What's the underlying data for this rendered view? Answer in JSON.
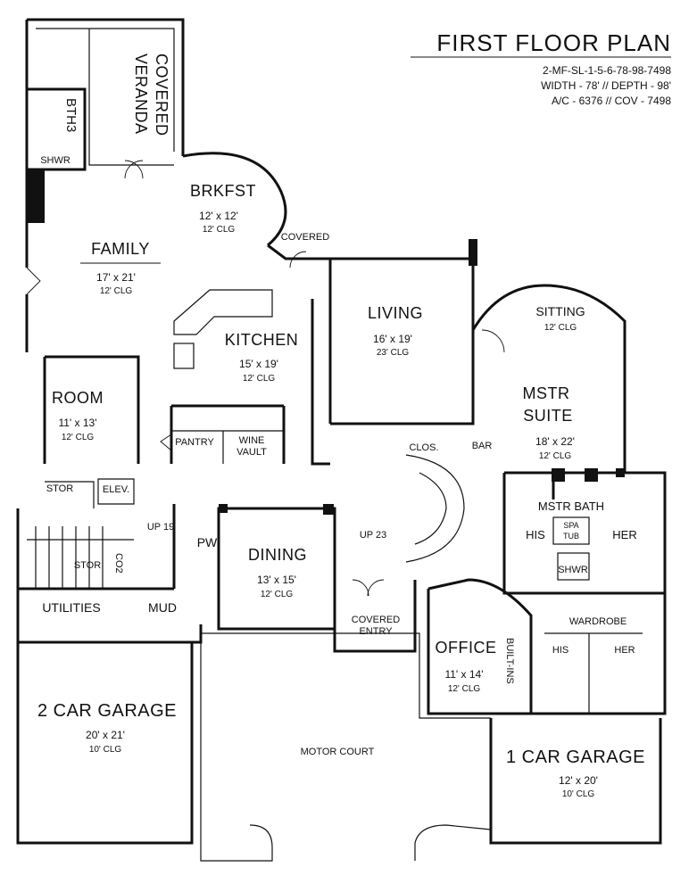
{
  "title": {
    "heading": "FIRST FLOOR PLAN",
    "line1": "2-MF-SL-1-5-6-78-98-7498",
    "line2": "WIDTH - 78' // DEPTH - 98'",
    "line3": "A/C - 6376 // COV - 7498"
  },
  "rooms": {
    "veranda": {
      "line1": "COVERED",
      "line2": "VERANDA"
    },
    "bath3": "BTH3",
    "shwr_left": "SHWR",
    "brkfst": {
      "name": "BRKFST",
      "dim": "12' x 12'",
      "clg": "12' CLG"
    },
    "covered_top": "COVERED",
    "family": {
      "name": "FAMILY",
      "dim": "17' x 21'",
      "clg": "12' CLG"
    },
    "kitchen": {
      "name": "KITCHEN",
      "dim": "15' x 19'",
      "clg": "12' CLG"
    },
    "living": {
      "name": "LIVING",
      "dim": "16' x 19'",
      "clg": "23' CLG"
    },
    "sitting": {
      "name": "SITTING",
      "clg": "12' CLG"
    },
    "mstr_suite": {
      "line1": "MSTR",
      "line2": "SUITE",
      "dim": "18' x 22'",
      "clg": "12' CLG"
    },
    "room": {
      "name": "ROOM",
      "dim": "11' x 13'",
      "clg": "12' CLG"
    },
    "pantry": "PANTRY",
    "wine_vault": {
      "line1": "WINE",
      "line2": "VAULT"
    },
    "clos": "CLOS.",
    "bar": "BAR",
    "stor_left": "STOR",
    "elev": "ELEV.",
    "up19": "UP 19",
    "pw": "PW",
    "dining": {
      "name": "DINING",
      "dim": "13' x 15'",
      "clg": "12' CLG"
    },
    "up23": "UP 23",
    "mstr_bath": "MSTR BATH",
    "spa_tub": {
      "line1": "SPA",
      "line2": "TUB"
    },
    "his_bath": "HIS",
    "her_bath": "HER",
    "shwr_master": "SHWR",
    "stor_mid": "STOR",
    "co2": "CO2",
    "utilities": "UTILITIES",
    "mud": "MUD",
    "covered_entry": {
      "line1": "COVERED",
      "line2": "ENTRY"
    },
    "office": {
      "name": "OFFICE",
      "dim": "11' x 14'",
      "clg": "12' CLG"
    },
    "built_ins": "BUILT-INS",
    "wardrobe": "WARDROBE",
    "his_ward": "HIS",
    "her_ward": "HER",
    "garage2": {
      "name": "2 CAR GARAGE",
      "dim": "20' x 21'",
      "clg": "10' CLG"
    },
    "motor_court": "MOTOR COURT",
    "garage1": {
      "name": "1 CAR GARAGE",
      "dim": "12' x 20'",
      "clg": "10' CLG"
    }
  }
}
